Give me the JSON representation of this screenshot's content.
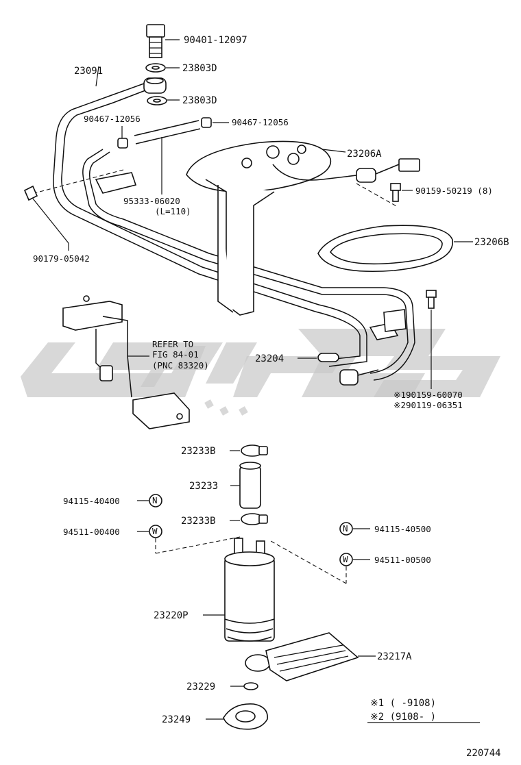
{
  "labels": {
    "bolt_upper": "90401-12097",
    "gasket_a": "23803D",
    "gasket_b": "23803D",
    "tube_assy": "23091",
    "clip_left": "90467-12056",
    "clip_right": "90467-12056",
    "hose": "95333-06020",
    "hose_len": "(L=110)",
    "grommet": "90179-05042",
    "bracket": "23206A",
    "screw_set": "90159-50219 (8)",
    "gasket_ring": "23206B",
    "tube_23204": "23204",
    "ref_1": "REFER TO",
    "ref_2": "FIG 84-01",
    "ref_3": "(PNC 83320)",
    "bolt_a": "※190159-60070",
    "bolt_b": "※290119-06351",
    "band_top": "23233B",
    "hose_23233": "23233",
    "band_bottom": "23233B",
    "nut_left": "94115-40400",
    "washer_left": "94511-00400",
    "nut_right": "94115-40500",
    "washer_right": "94511-00500",
    "pump": "23220P",
    "filter": "23217A",
    "cushion": "23229",
    "holder": "23249",
    "note_1": "※1 (     -9108)",
    "note_2": "※2 (9108-     )",
    "figure_code": "220744"
  },
  "badges": {
    "nut": "N",
    "washer": "W"
  },
  "colors": {
    "line": "#111111",
    "watermark": "#c9c9c9"
  },
  "watermark": "brand-logo"
}
